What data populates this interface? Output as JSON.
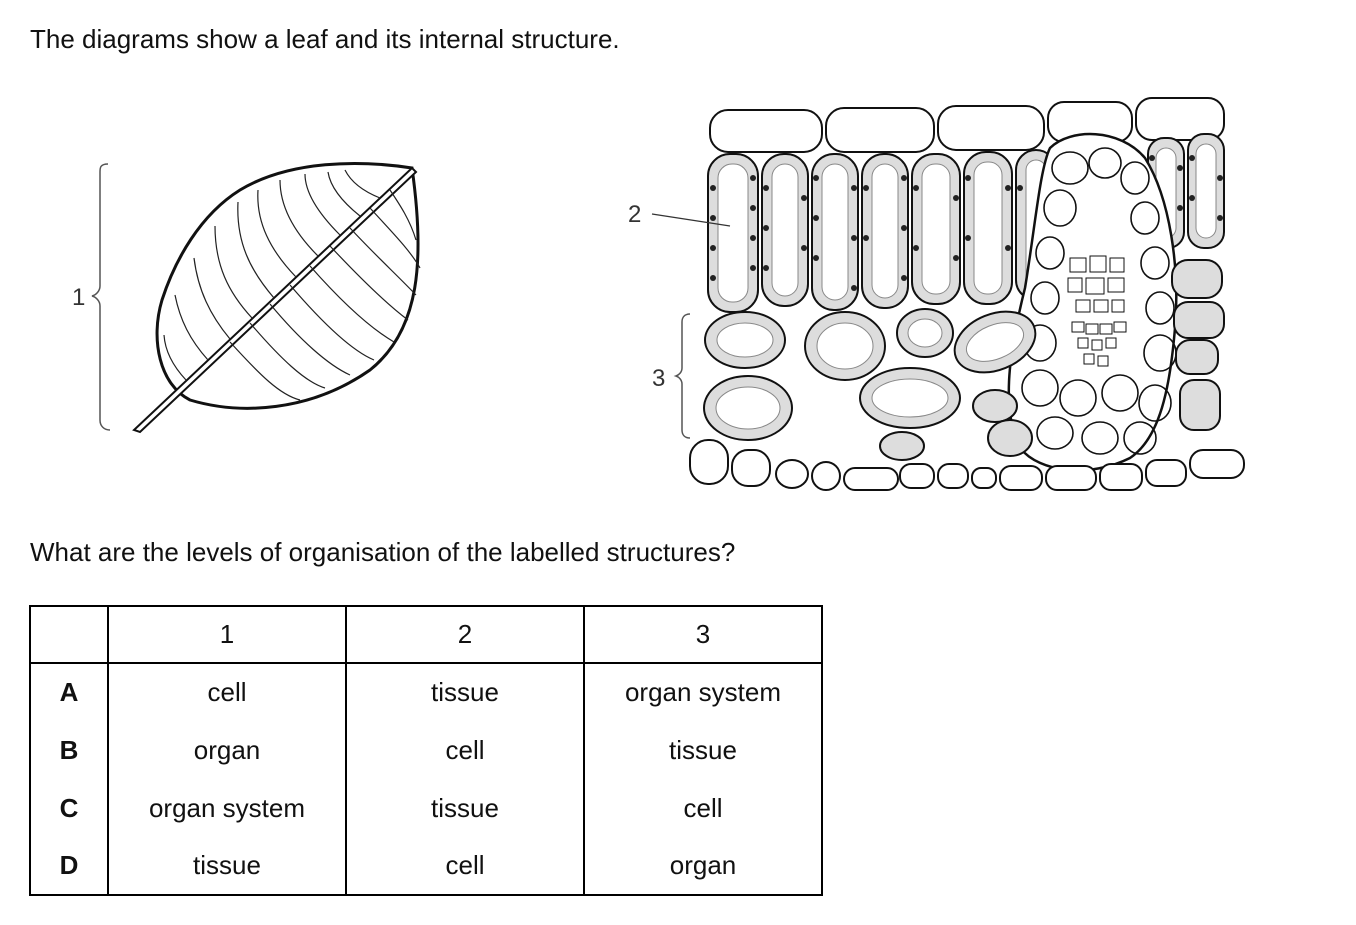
{
  "intro": "The diagrams show a leaf and its internal structure.",
  "labels": {
    "leaf": "1",
    "palisade": "2",
    "spongy": "3"
  },
  "question": "What are the levels of organisation of the labelled structures?",
  "table": {
    "headers": [
      "",
      "1",
      "2",
      "3"
    ],
    "rows": [
      {
        "option": "A",
        "c1": "cell",
        "c2": "tissue",
        "c3": "organ system"
      },
      {
        "option": "B",
        "c1": "organ",
        "c2": "cell",
        "c3": "tissue"
      },
      {
        "option": "C",
        "c1": "organ system",
        "c2": "tissue",
        "c3": "cell"
      },
      {
        "option": "D",
        "c1": "tissue",
        "c2": "cell",
        "c3": "organ"
      }
    ]
  }
}
